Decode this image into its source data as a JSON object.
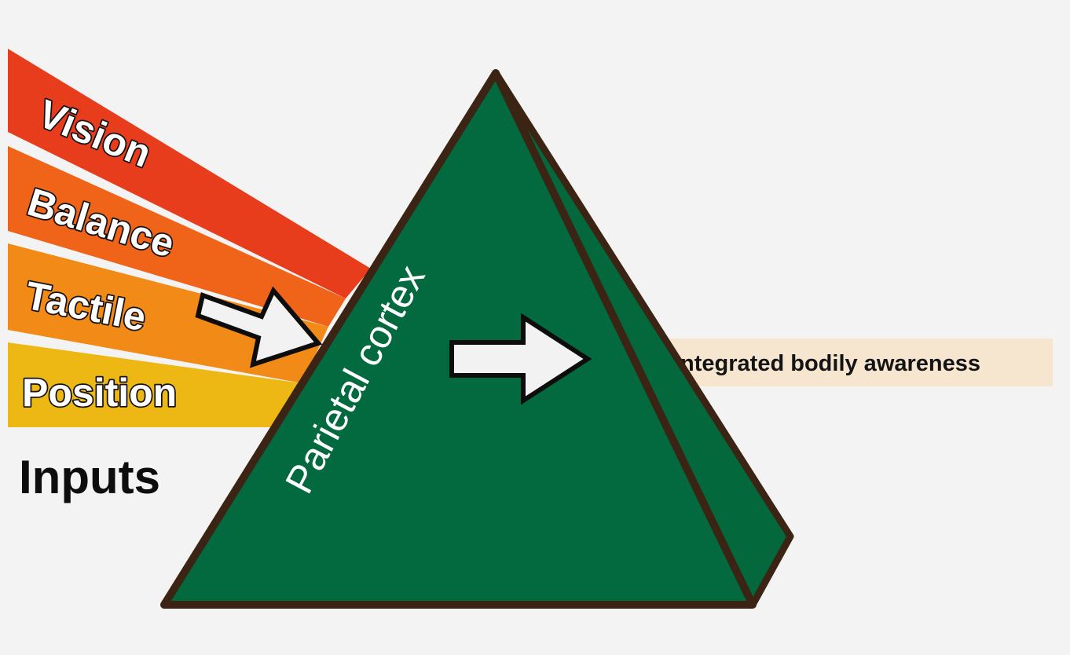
{
  "inputs": {
    "title": "Inputs",
    "items": [
      {
        "label": "Vision",
        "color": "#e83d1c"
      },
      {
        "label": "Balance",
        "color": "#ef6418"
      },
      {
        "label": "Tactile",
        "color": "#f28a17"
      },
      {
        "label": "Position",
        "color": "#edb814"
      }
    ]
  },
  "cortex": {
    "label": "Parietal cortex",
    "color": "#036a40",
    "side_color": "#03693d",
    "outline_color": "#3b2414"
  },
  "output": {
    "label": "integrated bodily awareness",
    "color": "#f6e6cf"
  },
  "arrows": {
    "fill": "#f3f2f2",
    "stroke": "#0d0d0d"
  }
}
